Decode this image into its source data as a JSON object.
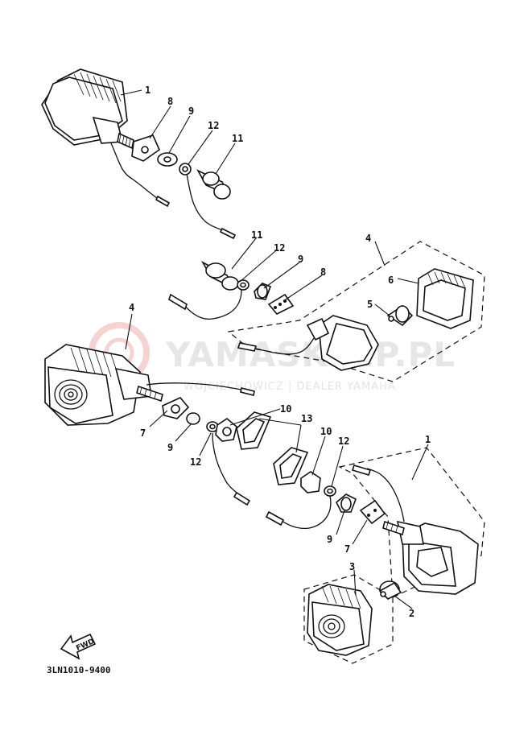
{
  "watermark": {
    "brand": "YAMASKLEP.PL",
    "tagline": "WOJCIECHOWICZ | DEALER YAMAHA"
  },
  "diagram": {
    "code": "3LN1010-9400",
    "fwd": "FWD"
  },
  "callouts": {
    "c1": "1",
    "c8a": "8",
    "c9a": "9",
    "c12a": "12",
    "c11a": "11",
    "c11b": "11",
    "c12b": "12",
    "c9b": "9",
    "c8b": "8",
    "c4a": "4",
    "c6": "6",
    "c5": "5",
    "c4b": "4",
    "c7a": "7",
    "c9c": "9",
    "c12c": "12",
    "c10a": "10",
    "c13": "13",
    "c10b": "10",
    "c12d": "12",
    "c1b": "1",
    "c9d": "9",
    "c7b": "7",
    "c3": "3",
    "c2": "2"
  }
}
